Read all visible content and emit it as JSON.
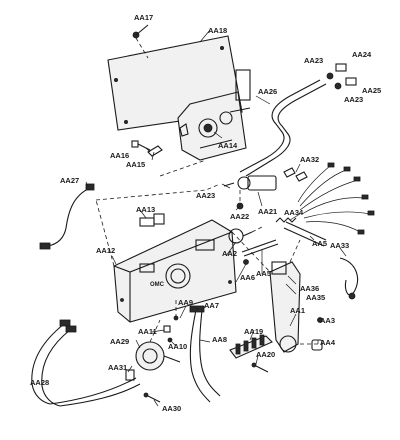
{
  "labels": {
    "aa1": "AA1",
    "aa2": "AA2",
    "aa3": "AA3",
    "aa4": "AA4",
    "aa5a": "AA5",
    "aa5b": "AA5",
    "aa6": "AA6",
    "aa7": "AA7",
    "aa8": "AA8",
    "aa9": "AA9",
    "aa10": "AA10",
    "aa11": "AA11",
    "aa12": "AA12",
    "aa13": "AA13",
    "aa14": "AA14",
    "aa15": "AA15",
    "aa16": "AA16",
    "aa17": "AA17",
    "aa18": "AA18",
    "aa19": "AA19",
    "aa20": "AA20",
    "aa21": "AA21",
    "aa22": "AA22",
    "aa23a": "AA23",
    "aa23b": "AA23",
    "aa23c": "AA23",
    "aa24": "AA24",
    "aa25": "AA25",
    "aa26": "AA26",
    "aa27": "AA27",
    "aa28": "AA28",
    "aa29": "AA29",
    "aa30": "AA30",
    "aa31": "AA31",
    "aa32": "AA32",
    "aa33": "AA33",
    "aa34": "AA34",
    "aa35": "AA35",
    "aa36": "AA36"
  },
  "brand_text": "OMC",
  "colors": {
    "ink": "#1a1a1a",
    "fill": "#f1f1f1",
    "background": "#ffffff"
  }
}
